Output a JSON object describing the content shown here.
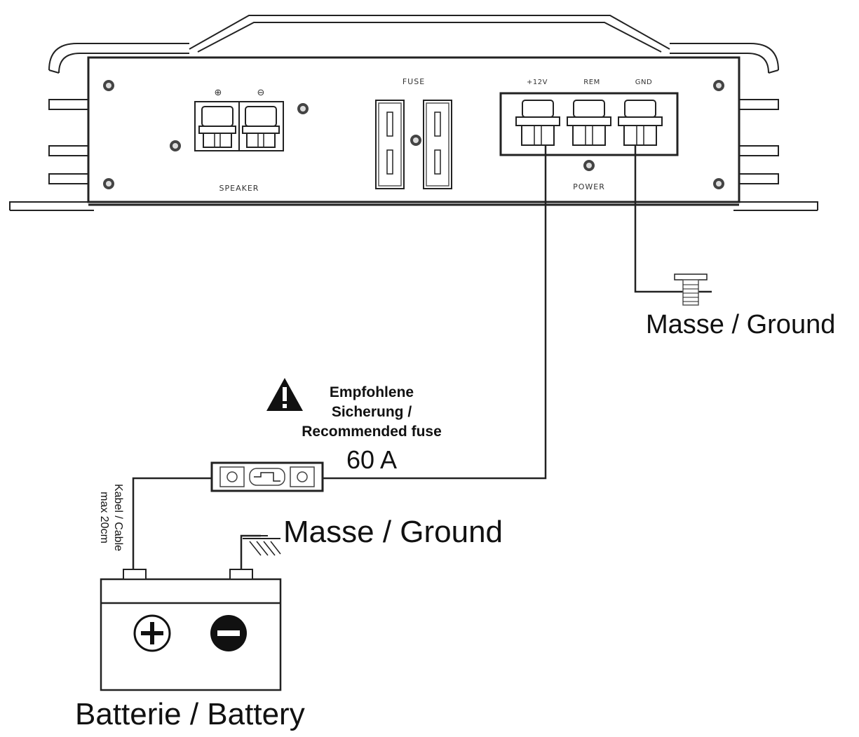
{
  "amplifier_panel": {
    "speaker_plus_symbol": "⊕",
    "speaker_minus_symbol": "⊖",
    "speaker_label": "SPEAKER",
    "fuse_label": "FUSE",
    "power_label": "POWER",
    "terminal_12v": "+12V",
    "terminal_rem": "REM",
    "terminal_gnd": "GND"
  },
  "ground_amp_label": "Masse / Ground",
  "fuse_note": {
    "line1": "Empfohlene",
    "line2": "Sicherung /",
    "line3": "Recommended fuse",
    "value": "60 A"
  },
  "cable_note": {
    "line1": "Kabel / Cable",
    "line2": "max 20cm"
  },
  "ground_battery_label": "Masse / Ground",
  "battery_label": "Batterie / Battery",
  "battery_plus_symbol": "+",
  "battery_minus_symbol": "−",
  "icons": {
    "warning": "warning-triangle-icon",
    "screw": "screw-icon",
    "ground": "ground-icon"
  }
}
